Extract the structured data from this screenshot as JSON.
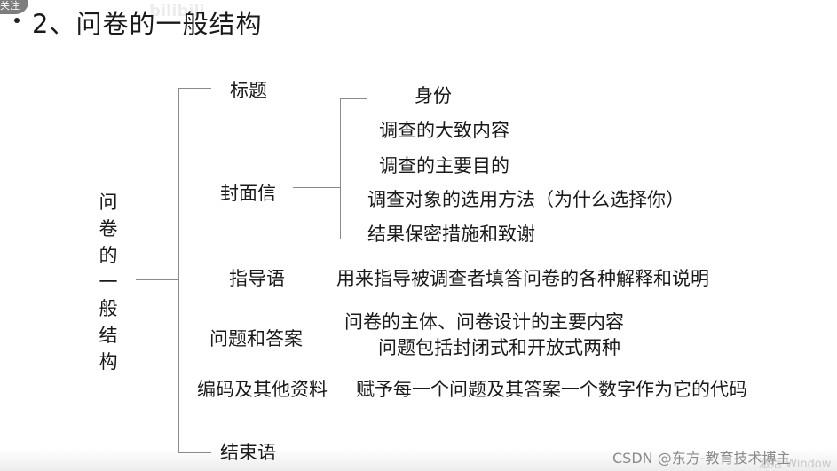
{
  "overlay": {
    "follow_badge": "关注",
    "watermark_logo": "bilibili"
  },
  "slide": {
    "title": "2、问卷的一般结构",
    "root_label_chars": [
      "问",
      "卷",
      "的",
      "一",
      "般",
      "结",
      "构"
    ],
    "branches": [
      {
        "label": "标题"
      },
      {
        "label": "封面信",
        "children": [
          "身份",
          "调查的大致内容",
          "调查的主要目的",
          "调查对象的选用方法（为什么选择你）",
          "结果保密措施和致谢"
        ]
      },
      {
        "label": "指导语",
        "description": "用来指导被调查者填答问卷的各种解释和说明"
      },
      {
        "label": "问题和答案",
        "description_lines": [
          "问卷的主体、问卷设计的主要内容",
          "问题包括封闭式和开放式两种"
        ]
      },
      {
        "label": "编码及其他资料",
        "description": "赋予每一个问题及其答案一个数字作为它的代码"
      },
      {
        "label": "结束语"
      }
    ]
  },
  "footer": {
    "csdn_credit": "CSDN @东方-教育技术博主",
    "activate_windows": "激活 Window"
  },
  "colors": {
    "text": "#1a1a1a",
    "bracket_line": "#8a8a8a",
    "badge_bg": "#7d7d7d",
    "credit_text": "#8a8a8a"
  }
}
